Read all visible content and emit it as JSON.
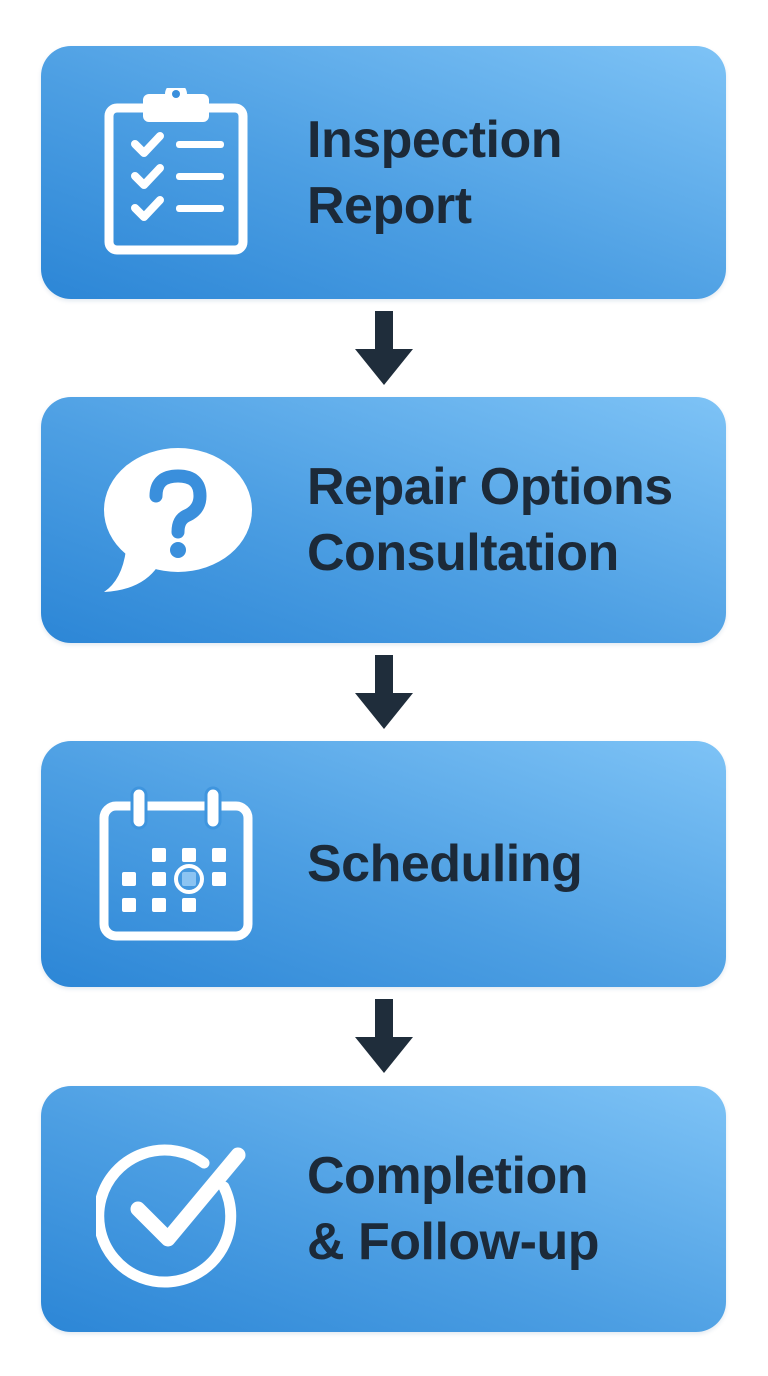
{
  "steps": [
    {
      "icon": "clipboard-checklist-icon",
      "line1": "Inspection",
      "line2": "Report"
    },
    {
      "icon": "question-speech-bubble-icon",
      "line1": "Repair Options",
      "line2": "Consultation"
    },
    {
      "icon": "calendar-icon",
      "line1": "Scheduling",
      "line2": ""
    },
    {
      "icon": "check-circle-icon",
      "line1": "Completion",
      "line2": "& Follow-up"
    }
  ],
  "colors": {
    "box_gradient_start": "#2c86d6",
    "box_gradient_end": "#7ec3f6",
    "text": "#1c2a39",
    "arrow": "#1f2d3b",
    "icon": "#ffffff"
  }
}
